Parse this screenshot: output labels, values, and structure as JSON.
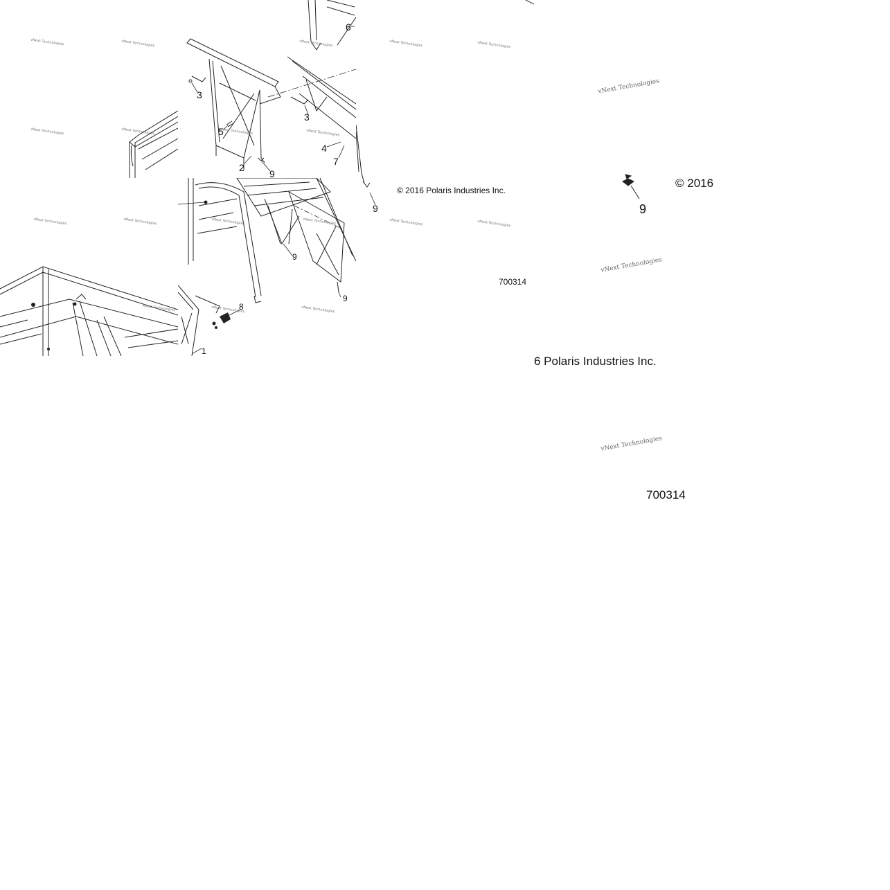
{
  "copyright_text": "© 2016 Polaris Industries Inc.",
  "copyright_partial_left": "© 2016",
  "copyright_partial_right": "6 Polaris Industries Inc.",
  "figure_number": "700314",
  "watermark": "vNext Technologies",
  "callouts": {
    "c1": "1",
    "c2": "2",
    "c3a": "3",
    "c3b": "3",
    "c4": "4",
    "c5": "5",
    "c6": "6",
    "c7": "7",
    "c8": "8",
    "c9a": "9",
    "c9b": "9",
    "c9c": "9",
    "c9d": "9",
    "c9e": "9"
  },
  "colors": {
    "line": "#222222",
    "light_line": "#888888",
    "background": "#ffffff"
  }
}
